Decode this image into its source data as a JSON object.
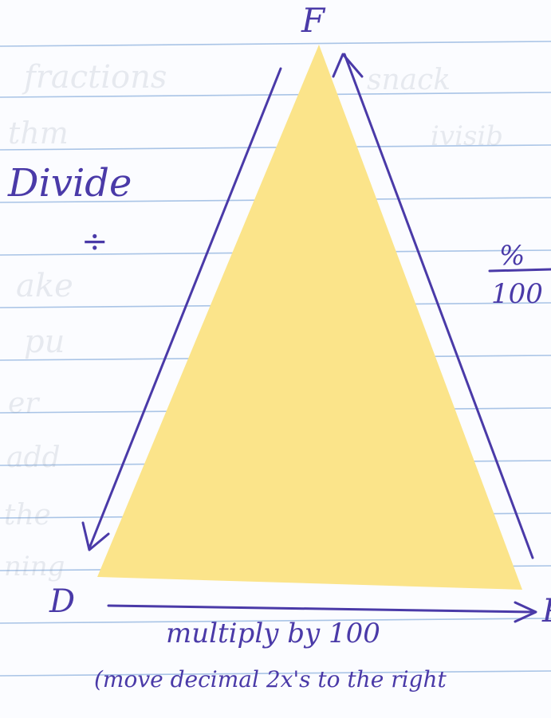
{
  "vertices": {
    "top": "F",
    "left": "D",
    "right": "P"
  },
  "left_side": {
    "label": "Divide",
    "symbol": "÷"
  },
  "right_side": {
    "numerator": "%",
    "denominator": "100"
  },
  "bottom": {
    "label": "multiply by 100",
    "note": "(move decimal 2x's to the right"
  },
  "colors": {
    "ink": "#4a3aa8",
    "triangle": "#fbe48a",
    "paper": "#fbfcff",
    "rule": "#a9c4e6"
  }
}
